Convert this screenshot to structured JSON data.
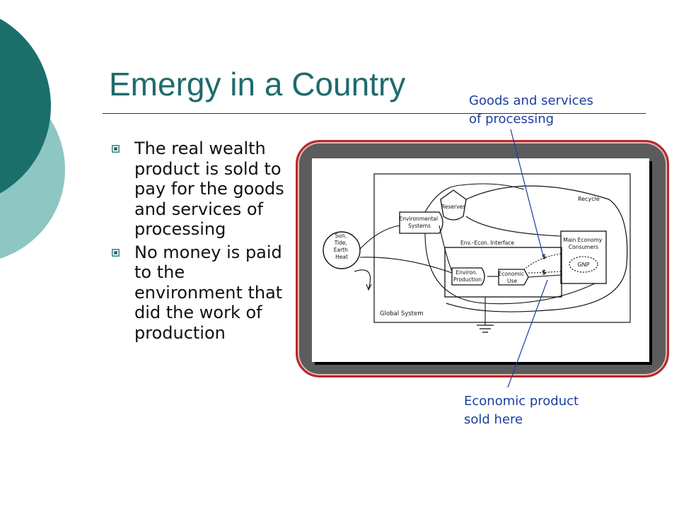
{
  "slide": {
    "title": "Emergy in a Country",
    "bullets": [
      "The real wealth product is sold to pay for the goods and services of processing",
      "No money is paid to the environment that did the work of production"
    ]
  },
  "callouts": {
    "top": "Goods and services\nof processing",
    "bottom": "Economic product\nsold here"
  },
  "diagram": {
    "source_label": "Sun,\nTide,\nEarth\nHeat",
    "reserves": "Reserves",
    "environmental_systems": "Environmental\nSystems",
    "interface": "Env.–Econ. Interface",
    "environ_production": "Environ.\nProduction",
    "economic_use": "Economic\nUse",
    "main_economy": "Main Economy\nConsumers",
    "gnp": "GNP",
    "recycle": "Recycle",
    "global_system": "Global  System",
    "dollar": "$"
  },
  "colors": {
    "title": "#1f6b6b",
    "callout_text": "#1b3fa0",
    "frame_border": "#b52a2a",
    "frame_fill": "#5c5c5c",
    "deco_dark": "#1b6f6b",
    "deco_light": "#8ec6c3"
  }
}
